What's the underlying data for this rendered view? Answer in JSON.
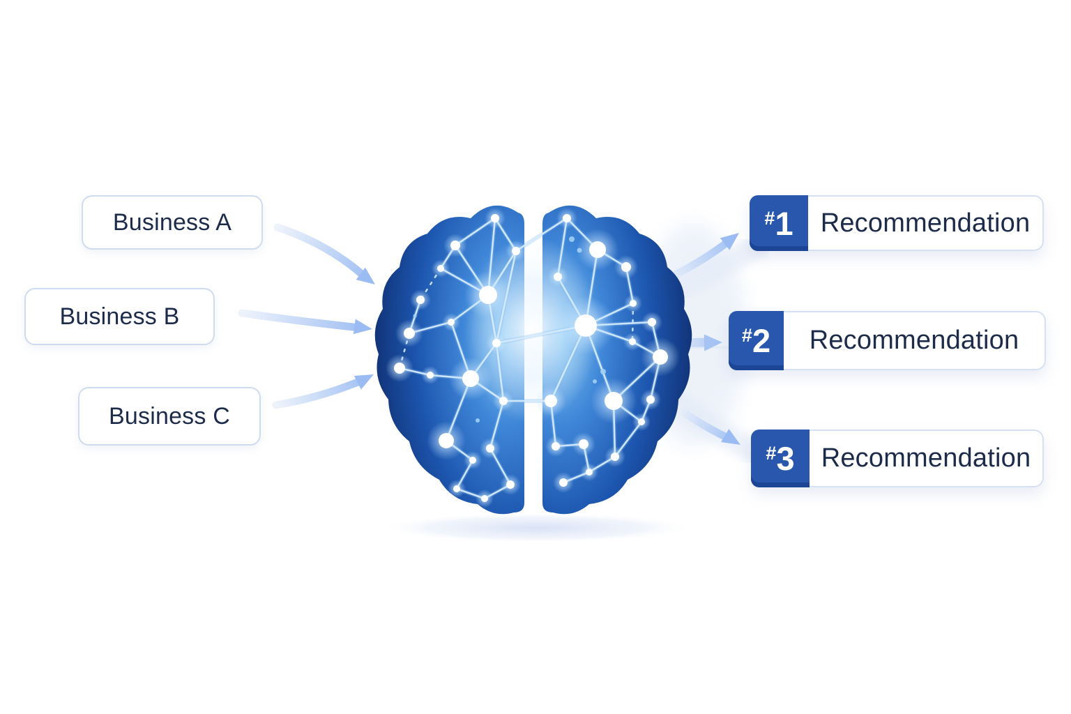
{
  "inputs": {
    "items": [
      {
        "label": "Business A"
      },
      {
        "label": "Business B"
      },
      {
        "label": "Business C"
      }
    ]
  },
  "outputs": {
    "items": [
      {
        "rank_prefix": "#",
        "rank_number": "1",
        "label": "Recommendation"
      },
      {
        "rank_prefix": "#",
        "rank_number": "2",
        "label": "Recommendation"
      },
      {
        "rank_prefix": "#",
        "rank_number": "3",
        "label": "Recommendation"
      }
    ]
  },
  "icons": {
    "center": "brain-neural-network-icon",
    "connectors": "flow-arrow-icon"
  },
  "colors": {
    "background": "#ffffff",
    "badge_blue": "#2a57ae",
    "badge_blue_dark": "#1d4390",
    "box_border": "#cfdcf0",
    "text_navy": "#1d2b4a",
    "arrow_blue": "#9bbcf2",
    "brain_edge_navy": "#0b2058",
    "brain_mid_blue": "#1c55ae",
    "brain_bright_blue": "#7fc4f2",
    "node_white": "#ffffff"
  }
}
